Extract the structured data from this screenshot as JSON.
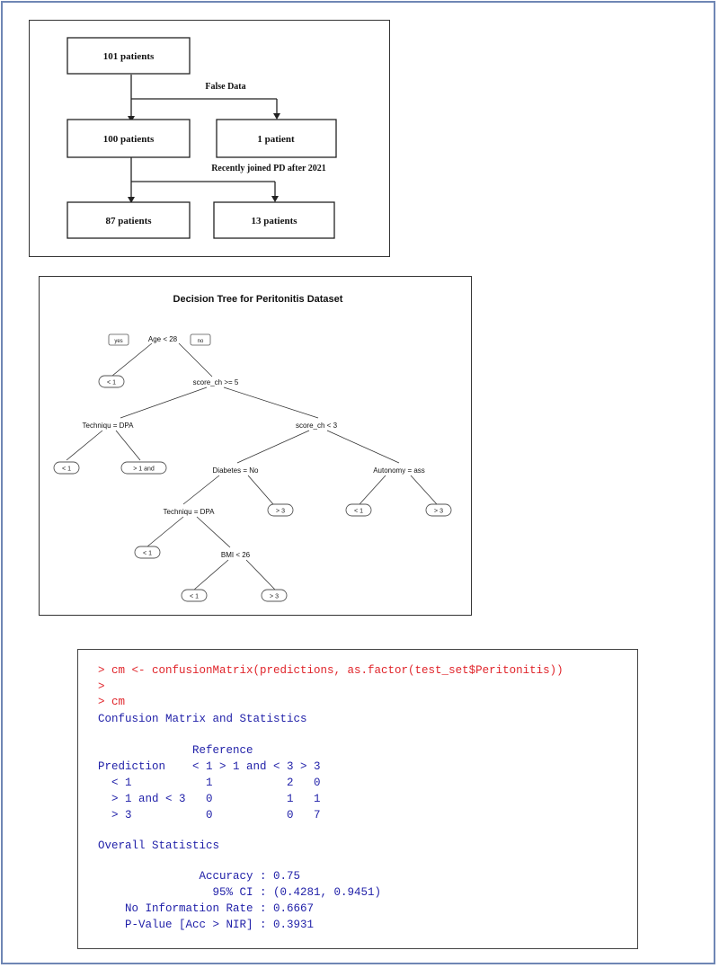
{
  "flowchart": {
    "box_101": "101 patients",
    "label_false": "False Data",
    "box_100": "100 patients",
    "box_1": "1 patient",
    "label_recent": "Recently joined PD after 2021",
    "box_87": "87 patients",
    "box_13": "13 patients"
  },
  "tree": {
    "title": "Decision Tree for Peritonitis Dataset",
    "yes_tag": "yes",
    "no_tag": "no",
    "n_age": "Age < 28",
    "l_age_yes": "< 1",
    "n_score5": "score_ch >= 5",
    "n_tech1": "Techniqu = DPA",
    "l_tech1_yes": "< 1",
    "l_tech1_no": "> 1 and",
    "n_score3": "score_ch < 3",
    "n_diab": "Diabetes = No",
    "l_diab_no": "> 3",
    "n_auto": "Autonomy = ass",
    "l_auto_yes": "< 1",
    "l_auto_no": "> 3",
    "n_tech2": "Techniqu = DPA",
    "l_tech2_yes": "< 1",
    "n_bmi": "BMI < 26",
    "l_bmi_yes": "< 1",
    "l_bmi_no": "> 3"
  },
  "console": {
    "cmd1": "> cm <- confusionMatrix(predictions, as.factor(test_set$Peritonitis))",
    "cmd2": ">",
    "cmd3": "> cm",
    "out1": "Confusion Matrix and Statistics",
    "ref_header": "              Reference",
    "pred_header": "Prediction    < 1 > 1 and < 3 > 3",
    "row1": "  < 1           1           2   0",
    "row2": "  > 1 and < 3   0           1   1",
    "row3": "  > 3           0           0   7",
    "overall": "Overall Statistics",
    "accuracy": "               Accuracy : 0.75",
    "ci": "                 95% CI : (0.4281, 0.9451)",
    "nir": "    No Information Rate : 0.6667",
    "pvalue": "    P-Value [Acc > NIR] : 0.3931"
  }
}
